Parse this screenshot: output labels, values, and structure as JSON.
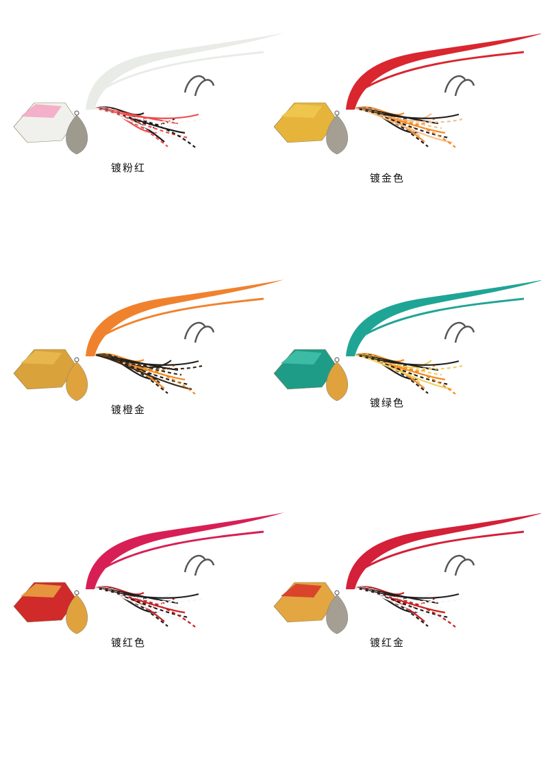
{
  "products": [
    {
      "label": "镀粉红",
      "colors": {
        "tail": "#e9ece6",
        "body": "#f0f1ec",
        "accent": "#f3a8c4",
        "blade": "#9e9a8e",
        "skirtA": "#1a1a1a",
        "skirtB": "#f04a4a",
        "skirtC": "#f5f5f5"
      }
    },
    {
      "label": "镀金色",
      "colors": {
        "tail": "#d9262f",
        "body": "#e6b43a",
        "accent": "#f0c850",
        "blade": "#a49f92",
        "skirtA": "#f08c2a",
        "skirtB": "#1e1e1e",
        "skirtC": "#f5c08a"
      }
    },
    {
      "label": "镀橙金",
      "colors": {
        "tail": "#f0822e",
        "body": "#d9a23a",
        "accent": "#e8b850",
        "blade": "#e0a23c",
        "skirtA": "#f28a1e",
        "skirtB": "#1e1e1e",
        "skirtC": "#3a2a1a"
      }
    },
    {
      "label": "镀绿色",
      "colors": {
        "tail": "#1fa595",
        "body": "#1f9c88",
        "accent": "#3fc0a8",
        "blade": "#e0a23c",
        "skirtA": "#f28a1e",
        "skirtB": "#1e1e1e",
        "skirtC": "#f0d060"
      }
    },
    {
      "label": "镀红色",
      "colors": {
        "tail": "#d81f55",
        "body": "#d02a2a",
        "accent": "#e8a040",
        "blade": "#e0a23c",
        "skirtA": "#c81e1e",
        "skirtB": "#1e1e1e",
        "skirtC": "#f5f5f5"
      }
    },
    {
      "label": "镀红金",
      "colors": {
        "tail": "#d42038",
        "body": "#e3a640",
        "accent": "#d83a2a",
        "blade": "#a49f92",
        "skirtA": "#c81e1e",
        "skirtB": "#1e1e1e",
        "skirtC": "#f5f5f5"
      }
    }
  ]
}
